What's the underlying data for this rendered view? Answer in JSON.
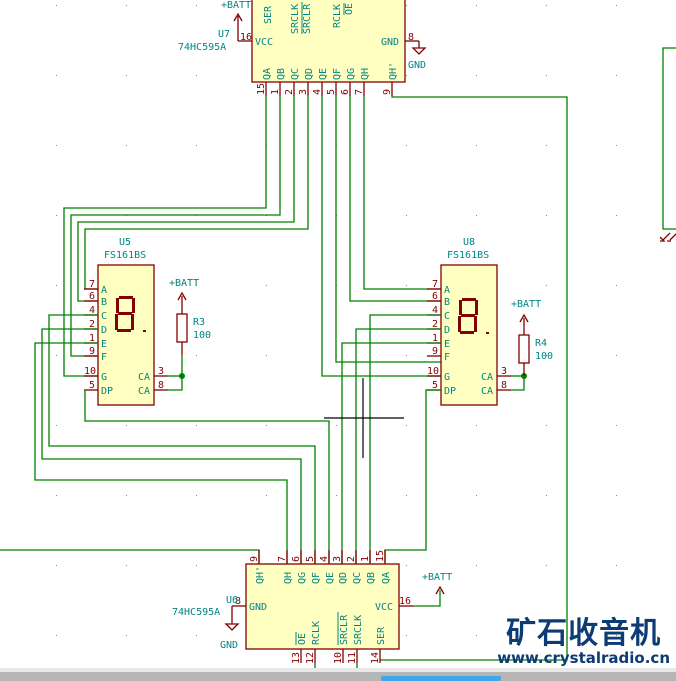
{
  "schematic": {
    "u7": {
      "ref": "U7",
      "value": "74HC595A",
      "power": "+BATT",
      "ground": "GND",
      "pins_left": [
        {
          "num": "16",
          "name": "VCC"
        }
      ],
      "pins_right": [
        {
          "num": "8",
          "name": "GND"
        }
      ],
      "pins_top": [
        {
          "name": "SER"
        },
        {
          "name": "SRCLK"
        },
        {
          "name": "SRCLR"
        },
        {
          "name": "RCLK"
        },
        {
          "name": "OE"
        }
      ],
      "pins_bottom": [
        {
          "num": "15",
          "name": "QA"
        },
        {
          "num": "1",
          "name": "QB"
        },
        {
          "num": "2",
          "name": "QC"
        },
        {
          "num": "3",
          "name": "QD"
        },
        {
          "num": "4",
          "name": "QE"
        },
        {
          "num": "5",
          "name": "QF"
        },
        {
          "num": "6",
          "name": "QG"
        },
        {
          "num": "7",
          "name": "QH"
        },
        {
          "num": "9",
          "name": "QH'"
        }
      ]
    },
    "u5": {
      "ref": "U5",
      "value": "FS161BS",
      "pins_left": [
        {
          "num": "7",
          "name": "A"
        },
        {
          "num": "6",
          "name": "B"
        },
        {
          "num": "4",
          "name": "C"
        },
        {
          "num": "2",
          "name": "D"
        },
        {
          "num": "1",
          "name": "E"
        },
        {
          "num": "9",
          "name": "F"
        },
        {
          "num": "10",
          "name": "G"
        },
        {
          "num": "5",
          "name": "DP"
        }
      ],
      "pins_right": [
        {
          "num": "3",
          "name": "CA"
        },
        {
          "num": "8",
          "name": "CA"
        }
      ]
    },
    "u8": {
      "ref": "U8",
      "value": "FS161BS",
      "pins_left": [
        {
          "num": "7",
          "name": "A"
        },
        {
          "num": "6",
          "name": "B"
        },
        {
          "num": "4",
          "name": "C"
        },
        {
          "num": "2",
          "name": "D"
        },
        {
          "num": "1",
          "name": "E"
        },
        {
          "num": "9",
          "name": "F"
        },
        {
          "num": "10",
          "name": "G"
        },
        {
          "num": "5",
          "name": "DP"
        }
      ],
      "pins_right": [
        {
          "num": "3",
          "name": "CA"
        },
        {
          "num": "8",
          "name": "CA"
        }
      ]
    },
    "r3": {
      "ref": "R3",
      "value": "100",
      "power": "+BATT"
    },
    "r4": {
      "ref": "R4",
      "value": "100",
      "power": "+BATT"
    },
    "u6": {
      "ref": "U6",
      "value": "74HC595A",
      "power": "+BATT",
      "ground": "GND",
      "pins_left": [
        {
          "num": "8",
          "name": "GND"
        }
      ],
      "pins_right": [
        {
          "num": "16",
          "name": "VCC"
        }
      ],
      "pins_top": [
        {
          "num": "9",
          "name": "QH'"
        },
        {
          "num": "7",
          "name": "QH"
        },
        {
          "num": "6",
          "name": "QG"
        },
        {
          "num": "5",
          "name": "QF"
        },
        {
          "num": "4",
          "name": "QE"
        },
        {
          "num": "3",
          "name": "QD"
        },
        {
          "num": "2",
          "name": "QC"
        },
        {
          "num": "1",
          "name": "QB"
        },
        {
          "num": "15",
          "name": "QA"
        }
      ],
      "pins_bottom": [
        {
          "num": "13",
          "name": "OE"
        },
        {
          "num": "12",
          "name": "RCLK"
        },
        {
          "num": "10",
          "name": "SRCLR"
        },
        {
          "num": "11",
          "name": "SRCLK"
        },
        {
          "num": "14",
          "name": "SER"
        }
      ]
    }
  },
  "watermark": {
    "title": "矿石收音机",
    "url": "www.crystalradio.cn"
  },
  "colors": {
    "wire": "#008000",
    "component": "#840000",
    "body_fill": "#ffffc2",
    "label": "#008484",
    "watermark": "#0d3b73",
    "scroll_thumb": "#3fa6e8"
  }
}
